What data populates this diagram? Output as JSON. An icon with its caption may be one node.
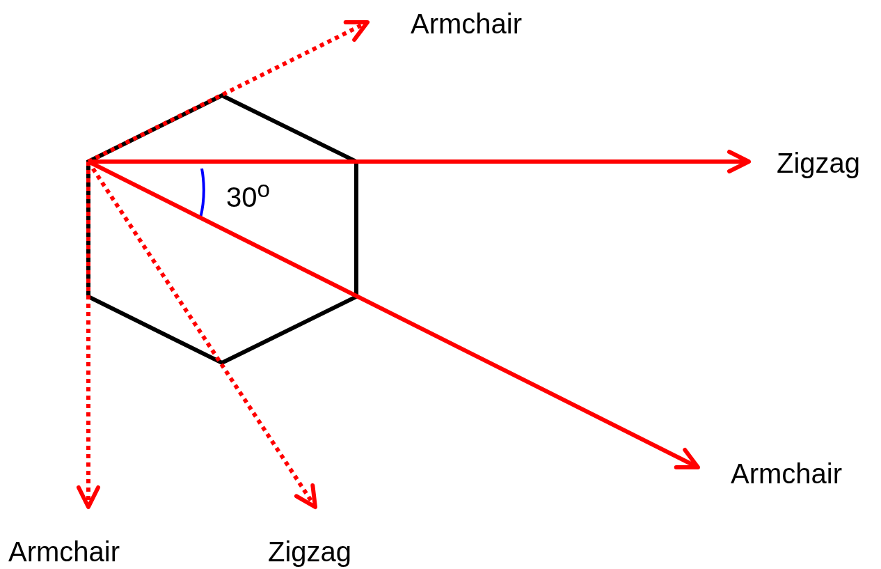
{
  "diagram": {
    "labels": [
      "Armchair",
      "Zigzag",
      "30$^{o}$",
      "Armchair",
      "Armchair",
      "Zigzag"
    ]
  }
}
